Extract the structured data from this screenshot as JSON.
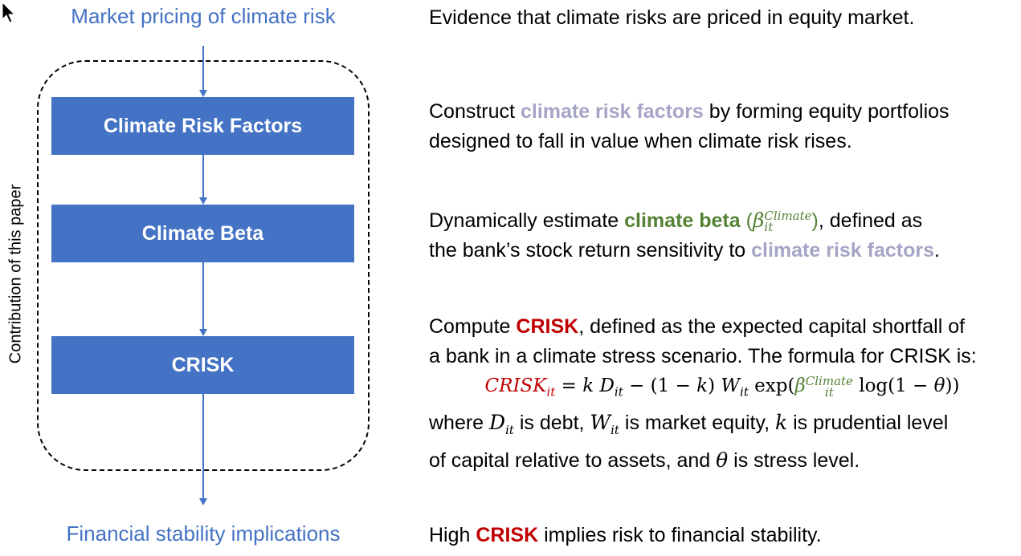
{
  "flow": {
    "top_label": "Market pricing of climate risk",
    "bottom_label": "Financial stability implications",
    "side_label": "Contribution of this paper",
    "boxes": [
      "Climate Risk Factors",
      "Climate Beta",
      "CRISK"
    ]
  },
  "descriptions": {
    "market": "Evidence that climate risks are priced in equity market.",
    "factors": {
      "pre": "Construct ",
      "highlight": "climate risk factors",
      "post1": " by forming equity portfolios",
      "line2": "designed to fall in value when climate risk rises."
    },
    "beta": {
      "pre": "Dynamically estimate ",
      "highlight": "climate beta",
      "symbol_base": "β",
      "symbol_sup": "Climate",
      "symbol_sub": "it",
      "post1": ", defined as",
      "line2_pre": "the bank’s stock return sensitivity to ",
      "line2_highlight": "climate risk factors",
      "line2_post": "."
    },
    "crisk": {
      "pre": "Compute ",
      "highlight": "CRISK",
      "post1": ", defined as the expected capital shortfall of",
      "line2": "a bank in a climate stress scenario. The formula for CRISK is:",
      "formula": {
        "lhs": "CRISK",
        "lhs_sub": "it",
        "eq": " = ",
        "k": "k",
        "D": "D",
        "D_sub": "it",
        "minus": " − (1 − ",
        "k2": "k",
        "close": ") ",
        "W": "W",
        "W_sub": "it",
        "exp": " exp(",
        "beta": "β",
        "beta_sup": "Climate",
        "beta_sub": "it",
        "log": " log(1 − ",
        "theta": "θ",
        "end": "))"
      },
      "line4_pre": "where ",
      "line4_D": "D",
      "line4_D_sub": "it",
      "line4_mid": " is debt, ",
      "line4_W": "W",
      "line4_W_sub": "it",
      "line4_mid2": " is market equity, ",
      "line4_k": "k",
      "line4_post": " is prudential level",
      "line5_pre": "of capital relative to assets, and ",
      "line5_theta": "θ",
      "line5_post": " is stress level."
    },
    "stability": {
      "pre": "High ",
      "highlight": "CRISK",
      "post": " implies risk to financial stability."
    }
  },
  "colors": {
    "blue": "#4472c4",
    "purple": "#a5a5c6",
    "green": "#548235",
    "red": "#c00000"
  }
}
